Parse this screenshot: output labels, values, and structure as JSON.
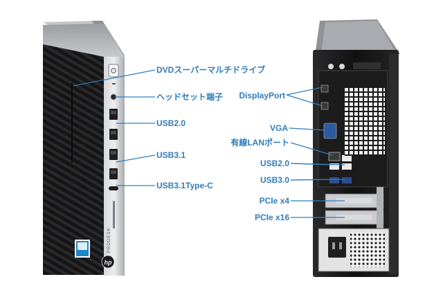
{
  "colors": {
    "accent": "#2e7dbb",
    "case_silver": "#b9bcc0",
    "case_black": "#1b1b1c",
    "intel_blue": "#1c86c8"
  },
  "front": {
    "brand": "PRODESK",
    "callouts": [
      {
        "id": "dvd",
        "text": "DVDスーパーマルチドライブ"
      },
      {
        "id": "headset",
        "text": "ヘッドセット端子"
      },
      {
        "id": "usb20",
        "text": "USB2.0"
      },
      {
        "id": "usb31",
        "text": "USB3.1"
      },
      {
        "id": "usb31c",
        "text": "USB3.1Type-C"
      }
    ]
  },
  "back": {
    "callouts": [
      {
        "id": "displayport",
        "text": "DisplayPort"
      },
      {
        "id": "vga",
        "text": "VGA"
      },
      {
        "id": "lan",
        "text": "有線LANポート"
      },
      {
        "id": "usb20",
        "text": "USB2.0"
      },
      {
        "id": "usb30",
        "text": "USB3.0"
      },
      {
        "id": "pcie4",
        "text": "PCIe x4"
      },
      {
        "id": "pcie16",
        "text": "PCIe x16"
      }
    ]
  }
}
